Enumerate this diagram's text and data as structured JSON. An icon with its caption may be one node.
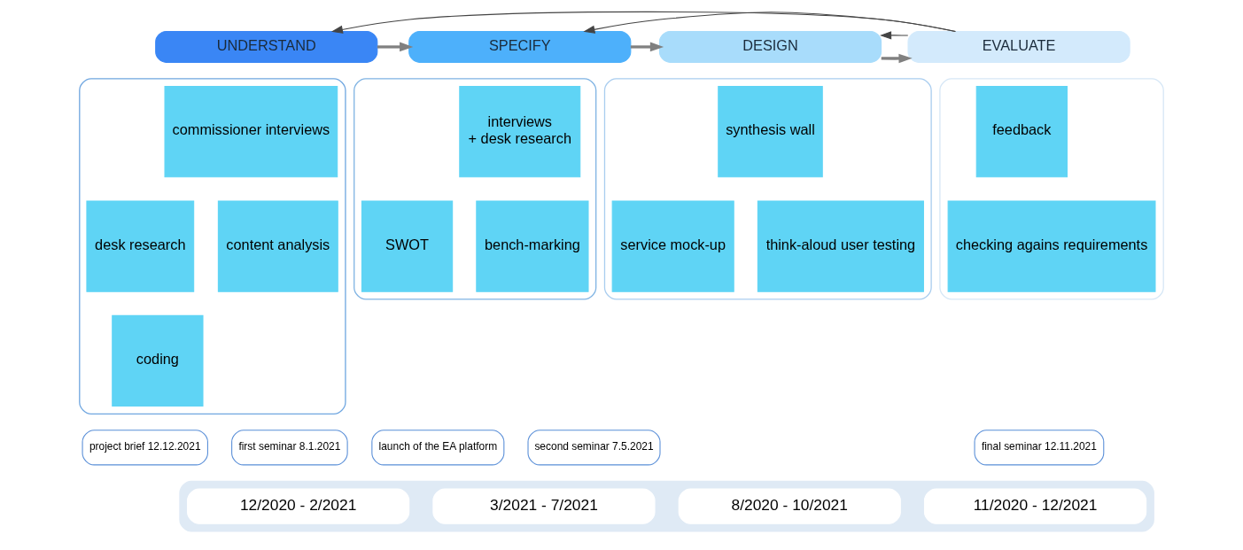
{
  "diagram": {
    "nodes": [
      {
        "text": [
          "UNDERSTAND"
        ]
      },
      {
        "text": [
          "SPECIFY"
        ]
      },
      {
        "text": [
          "DESIGN"
        ]
      },
      {
        "text": [
          "EVALUATE"
        ]
      },
      {
        "text": [],
        "shape": "box"
      },
      {
        "text": [
          "commissioner interviews"
        ],
        "in": 4
      },
      {
        "text": [
          "desk research"
        ],
        "in": 4
      },
      {
        "text": [
          "content analysis"
        ],
        "in": 4
      },
      {
        "text": [
          "coding"
        ],
        "in": 4
      },
      {
        "text": [],
        "shape": "box"
      },
      {
        "text": [
          "interviews",
          "+ desk research"
        ],
        "in": 9
      },
      {
        "text": [
          "bench-marking"
        ],
        "in": 9
      },
      {
        "text": [
          "SWOT"
        ],
        "in": 9
      },
      {
        "text": [],
        "shape": "box"
      },
      {
        "text": [
          "synthesis wall"
        ],
        "in": 13
      },
      {
        "text": [
          "service mock-up"
        ],
        "in": 13
      },
      {
        "text": [
          "think-aloud user testing"
        ],
        "in": 13
      },
      {
        "text": [],
        "shape": "box"
      },
      {
        "text": [
          "feedback"
        ],
        "in": 17
      },
      {
        "text": [
          "checking agains requirements"
        ],
        "in": 17
      },
      {
        "text": [],
        "shape": "bar"
      },
      {
        "text": [
          "12/2020 - 2/2021"
        ],
        "in": 20
      },
      {
        "text": [
          "3/2021 - 7/2021"
        ],
        "in": 20
      },
      {
        "text": [
          "8/2020 - 10/2021"
        ],
        "in": 20
      },
      {
        "text": [
          "11/2020 - 12/2021"
        ],
        "in": 20
      },
      {
        "text": [
          "project brief 12.12.2021"
        ]
      },
      {
        "text": [
          "first seminar 8.1.2021"
        ]
      },
      {
        "text": [
          "second seminar 7.5.2021"
        ]
      },
      {
        "text": [
          "launch of the EA platform"
        ]
      },
      {
        "text": [
          "final seminar 12.11.2021"
        ]
      }
    ],
    "edges": [
      {
        "from": 0,
        "to": 1,
        "arrow": "to",
        "style": "thick",
        "color": "#808080"
      },
      {
        "from": 1,
        "to": 2,
        "arrow": "to",
        "style": "thick",
        "color": "#808080"
      },
      {
        "from": 2,
        "to": 3,
        "arrow": "to",
        "style": "thick",
        "color": "#808080"
      },
      {
        "from": 3,
        "to": 0,
        "arrow": "to"
      },
      {
        "from": 3,
        "to": 2,
        "arrow": "to"
      },
      {
        "from": 3,
        "to": 1,
        "arrow": "to"
      }
    ]
  }
}
